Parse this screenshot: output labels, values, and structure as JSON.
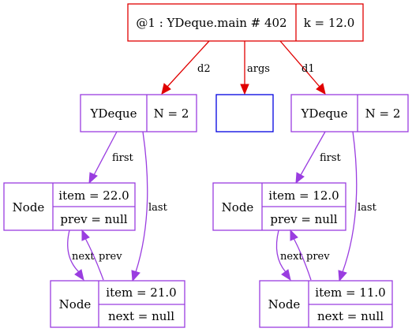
{
  "colors": {
    "root_outline": "#e00000",
    "object_outline": "#9a3de0",
    "array_outline": "#0000e0",
    "root_edge": "#e00000",
    "object_edge": "#9a3de0"
  },
  "root": {
    "title": "@1 : YDeque.main # 402",
    "field": "k = 12.0"
  },
  "edges": {
    "d2": "d2",
    "args": "args",
    "d1": "d1",
    "left_first": "first",
    "left_last": "last",
    "left_next": "next",
    "left_prev": "prev",
    "right_first": "first",
    "right_last": "last",
    "right_next": "next",
    "right_prev": "prev"
  },
  "left_deque": {
    "type": "YDeque",
    "size": "N = 2",
    "first_node": {
      "type": "Node",
      "item": "item = 22.0",
      "link": "prev = null"
    },
    "last_node": {
      "type": "Node",
      "item": "item = 21.0",
      "link": "next = null"
    }
  },
  "args_array": {},
  "right_deque": {
    "type": "YDeque",
    "size": "N = 2",
    "first_node": {
      "type": "Node",
      "item": "item = 12.0",
      "link": "prev = null"
    },
    "last_node": {
      "type": "Node",
      "item": "item = 11.0",
      "link": "next = null"
    }
  }
}
